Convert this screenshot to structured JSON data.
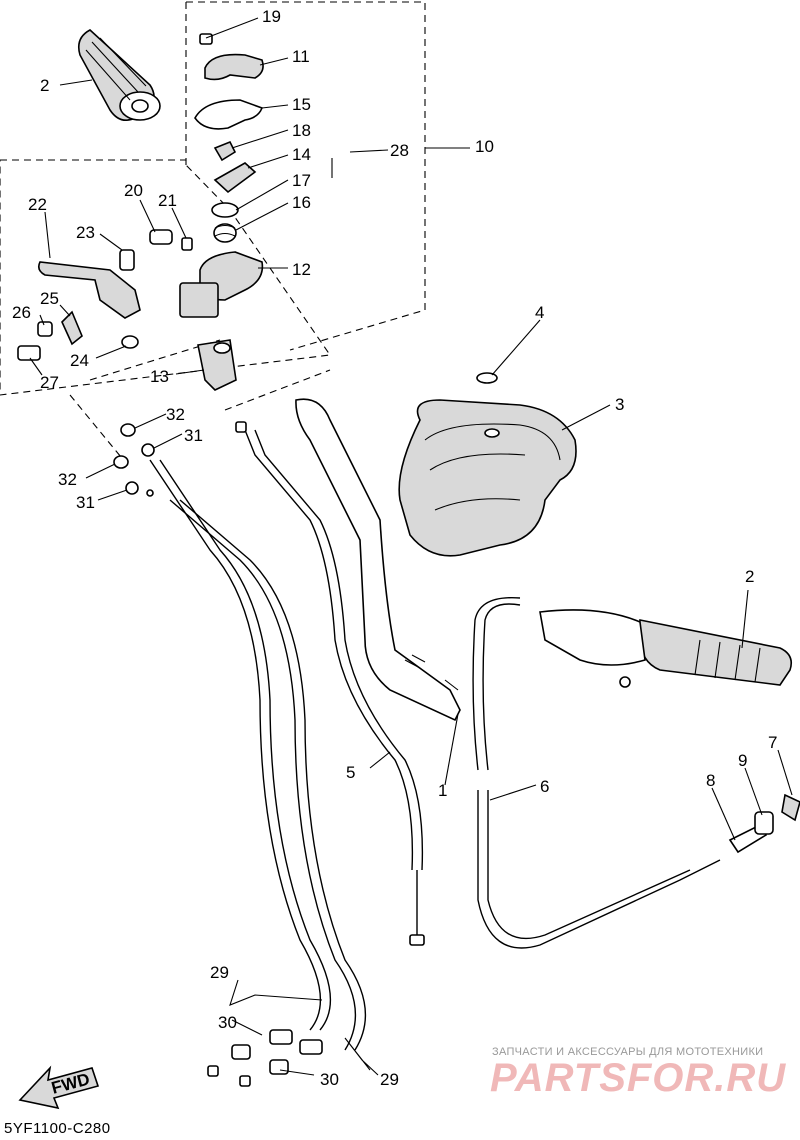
{
  "diagram": {
    "drawing_code": "5YF1100-C280",
    "direction_label": "FWD",
    "callouts": [
      "1",
      "2",
      "3",
      "4",
      "5",
      "6",
      "7",
      "8",
      "9",
      "10",
      "11",
      "12",
      "13",
      "14",
      "15",
      "16",
      "17",
      "18",
      "19",
      "20",
      "21",
      "22",
      "23",
      "24",
      "25",
      "26",
      "27",
      "28",
      "29",
      "30",
      "31",
      "32"
    ]
  },
  "watermark": {
    "tagline": "ЗАПЧАСТИ И АКСЕССУАРЫ ДЛЯ МОТОТЕХНИКИ",
    "logo": "PARTSFOR.RU"
  }
}
